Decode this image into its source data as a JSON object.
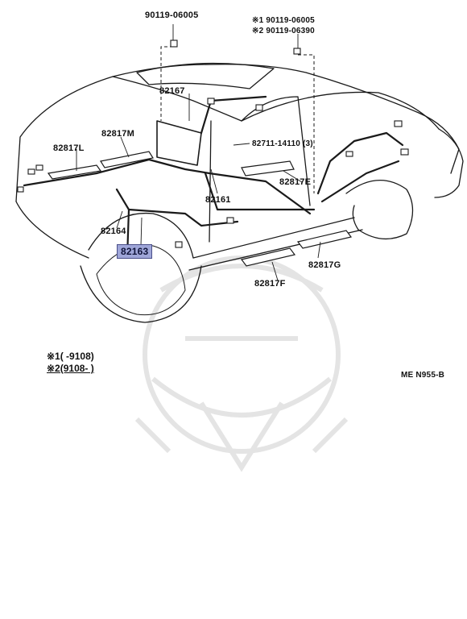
{
  "callouts": {
    "bolt_left": "90119-06005",
    "bolt_right_1": "※1 90119-06005",
    "bolt_right_2": "※2 90119-06390",
    "p82167": "82167",
    "p82817M": "82817M",
    "p82817L": "82817L",
    "p82711": "82711-14110 (3)",
    "p82161": "82161",
    "p82817E": "82817E",
    "p82164": "82164",
    "p82163": "82163",
    "p82817G": "82817G",
    "p82817F": "82817F"
  },
  "notes": {
    "line1": "※1(      -9108)",
    "line2": "※2(9108-        )"
  },
  "figure_code": "ME N955-B",
  "colors": {
    "highlight": "#9fa6d8",
    "line": "#1a1a1a",
    "watermark": "#e6e6e6"
  }
}
